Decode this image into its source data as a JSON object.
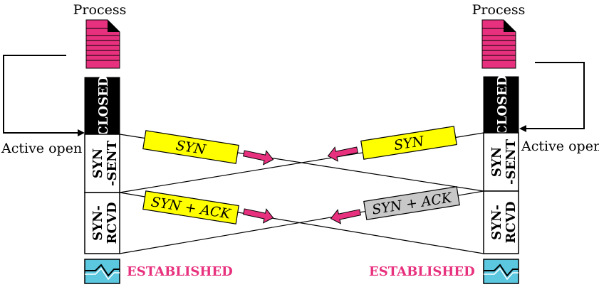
{
  "left": {
    "process_label": "Process",
    "active_open_label": "Active open",
    "states": [
      "CLOSED",
      "SYN\n-SENT",
      "SYN-\nRCVD"
    ],
    "established_label": "ESTABLISHED"
  },
  "right": {
    "process_label": "Process",
    "active_open_label": "Active open",
    "states": [
      "CLOSED",
      "SYN\n-SENT",
      "SYN-\nRCVD"
    ],
    "established_label": "ESTABLISHED"
  },
  "messages": {
    "left_syn": "SYN",
    "left_syn_ack": "SYN + ACK",
    "right_syn": "SYN",
    "right_syn_ack": "SYN + ACK"
  },
  "colors": {
    "document": "#e8317e",
    "closed_fill": "#000000",
    "established_fill": "#5bc8e0",
    "established_text": "#e8317e",
    "yellow_segment": "#ffff00",
    "gray_segment": "#c8c8c8",
    "arrow": "#e8317e"
  },
  "icons": {
    "process_document": "document-icon",
    "established_connection": "wavy-cable-icon",
    "message_arrow": "right-arrow-icon"
  }
}
